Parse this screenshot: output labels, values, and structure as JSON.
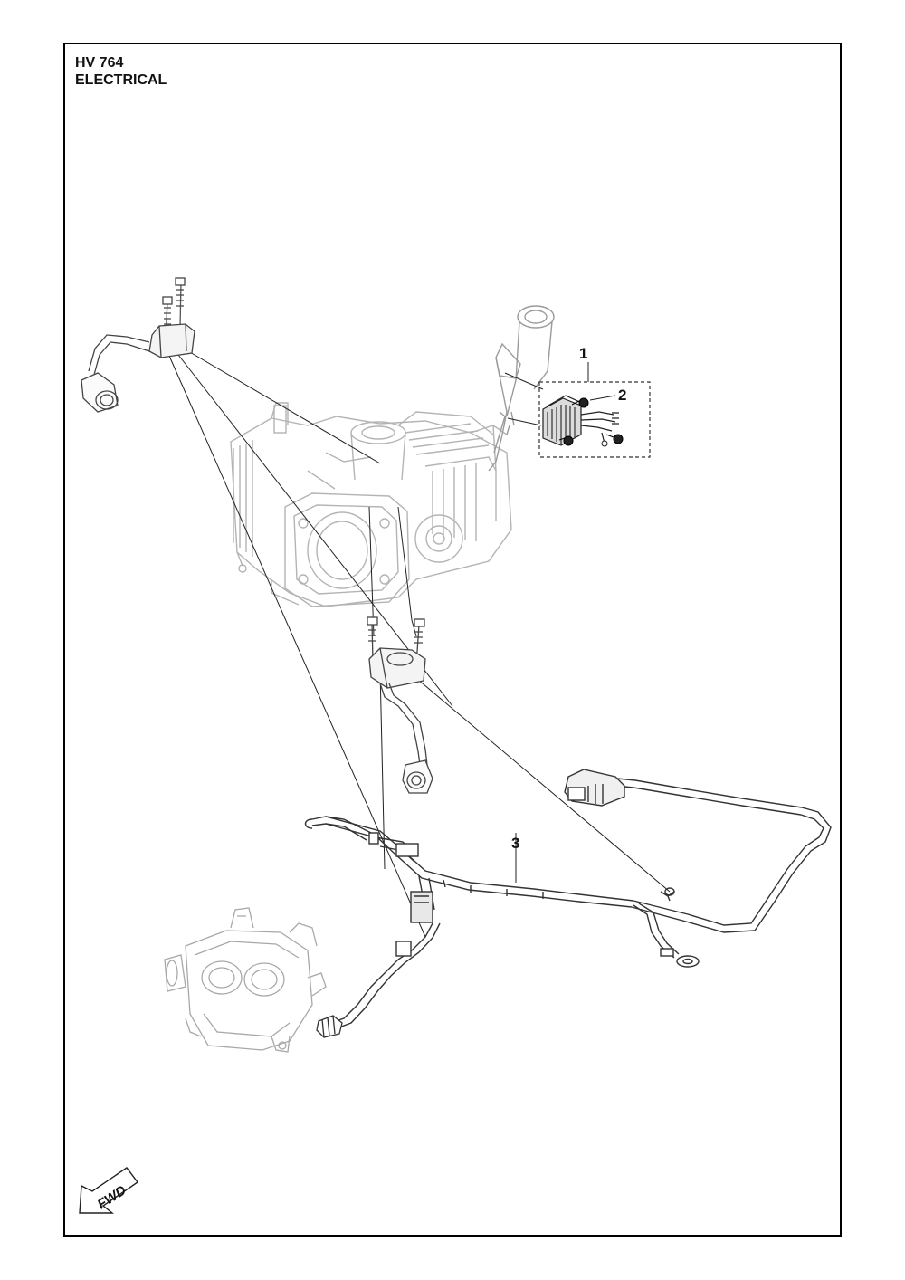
{
  "header": {
    "model": "HV 764",
    "section": "ELECTRICAL"
  },
  "callouts": [
    {
      "id": "1",
      "label": "1",
      "part": "regulator-kit"
    },
    {
      "id": "2",
      "label": "2",
      "part": "regulator-screw"
    },
    {
      "id": "3",
      "label": "3",
      "part": "wiring-harness"
    }
  ],
  "direction_indicator": {
    "label": "FWD",
    "icon": "fwd-arrow-icon"
  },
  "colors": {
    "frame": "#000000",
    "line": "#222222",
    "faint_part": "#b8b8b8",
    "dark_part": "#333333"
  }
}
